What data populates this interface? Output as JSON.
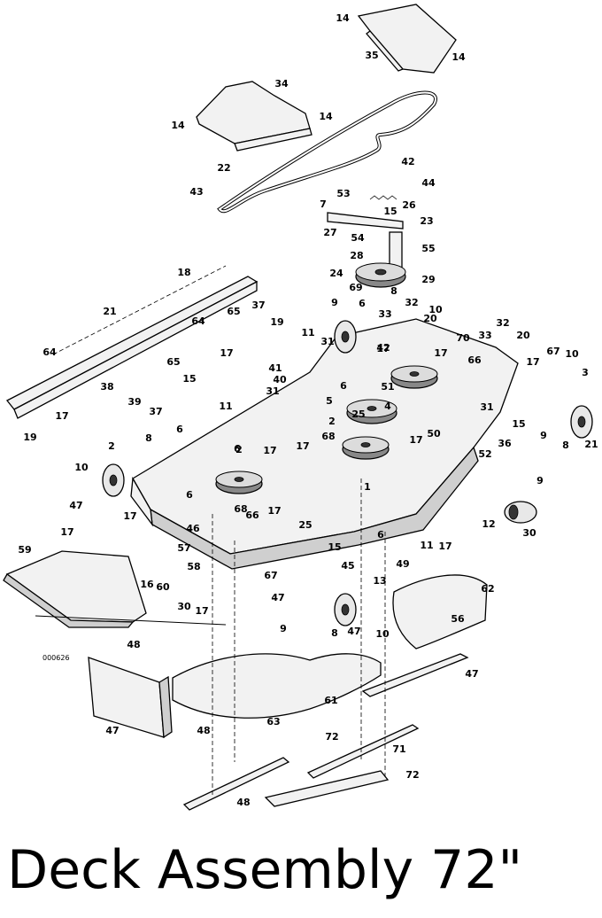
{
  "caption": "Deck Assembly 72\"",
  "drawing_code": "000626",
  "callouts": [
    "14",
    "35",
    "14",
    "34",
    "14",
    "14",
    "22",
    "43",
    "42",
    "44",
    "53",
    "7",
    "15",
    "26",
    "23",
    "27",
    "54",
    "55",
    "28",
    "24",
    "29",
    "69",
    "8",
    "9",
    "6",
    "33",
    "32",
    "10",
    "20",
    "18",
    "21",
    "65",
    "37",
    "19",
    "64",
    "17",
    "11",
    "31",
    "17",
    "70",
    "33",
    "32",
    "20",
    "64",
    "65",
    "38",
    "39",
    "37",
    "15",
    "41",
    "40",
    "31",
    "42",
    "51",
    "17",
    "66",
    "17",
    "67",
    "10",
    "3",
    "6",
    "25",
    "5",
    "4",
    "2",
    "2",
    "68",
    "31",
    "50",
    "15",
    "9",
    "8",
    "21",
    "19",
    "17",
    "11",
    "6",
    "8",
    "2",
    "6",
    "17",
    "17",
    "17",
    "1",
    "36",
    "52",
    "9",
    "10",
    "47",
    "17",
    "6",
    "68",
    "66",
    "17",
    "25",
    "6",
    "11",
    "17",
    "12",
    "30",
    "17",
    "46",
    "57",
    "59",
    "16",
    "58",
    "60",
    "30",
    "17",
    "15",
    "45",
    "67",
    "13",
    "49",
    "47",
    "10",
    "9",
    "8",
    "47",
    "62",
    "56",
    "48",
    "47",
    "61",
    "63",
    "47",
    "48",
    "72",
    "71",
    "48",
    "72"
  ]
}
